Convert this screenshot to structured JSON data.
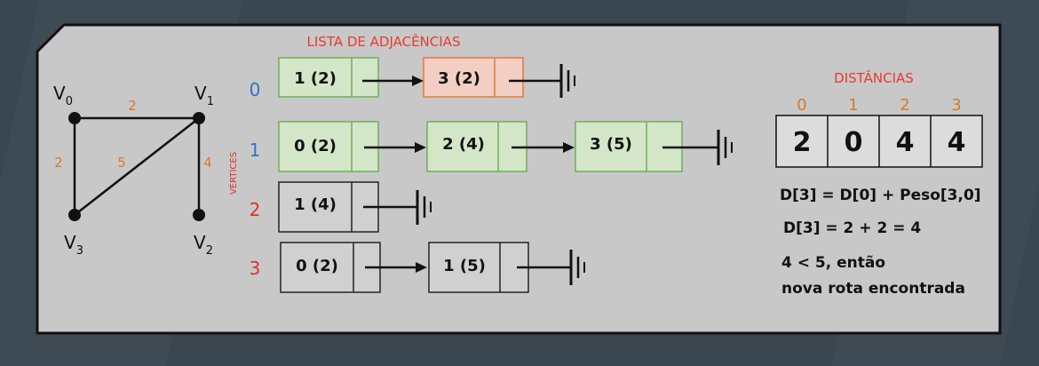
{
  "title": "LISTA DE ADJACÊNCIAS",
  "vertices_axis_label": "VÉRTICES",
  "graph": {
    "vertices": [
      {
        "id": "V0",
        "base": "V",
        "sub": "0"
      },
      {
        "id": "V1",
        "base": "V",
        "sub": "1"
      },
      {
        "id": "V2",
        "base": "V",
        "sub": "2"
      },
      {
        "id": "V3",
        "base": "V",
        "sub": "3"
      }
    ],
    "edges": [
      {
        "from": "V0",
        "to": "V1",
        "weight": "2"
      },
      {
        "from": "V0",
        "to": "V3",
        "weight": "2"
      },
      {
        "from": "V3",
        "to": "V1",
        "weight": "5"
      },
      {
        "from": "V1",
        "to": "V2",
        "weight": "4"
      }
    ]
  },
  "adjacency": [
    {
      "index": "0",
      "index_color": "#3a6fc4",
      "nodes": [
        {
          "label": "1 (2)",
          "style": "green"
        },
        {
          "label": "3 (2)",
          "style": "orange"
        }
      ]
    },
    {
      "index": "1",
      "index_color": "#3a6fc4",
      "nodes": [
        {
          "label": "0 (2)",
          "style": "green"
        },
        {
          "label": "2 (4)",
          "style": "green"
        },
        {
          "label": "3 (5)",
          "style": "green"
        }
      ]
    },
    {
      "index": "2",
      "index_color": "#e0302a",
      "nodes": [
        {
          "label": "1 (4)",
          "style": "plain"
        }
      ]
    },
    {
      "index": "3",
      "index_color": "#e0302a",
      "nodes": [
        {
          "label": "0 (2)",
          "style": "plain"
        },
        {
          "label": "1 (5)",
          "style": "plain"
        }
      ]
    }
  ],
  "distances": {
    "title": "DISTÂNCIAS",
    "indices": [
      "0",
      "1",
      "2",
      "3"
    ],
    "values": [
      "2",
      "0",
      "4",
      "4"
    ]
  },
  "formulas": [
    "D[3] = D[0] + Peso[3,0]",
    "D[3] = 2 + 2 = 4",
    "4 < 5, então",
    "nova rota encontrada"
  ],
  "colors": {
    "title_red": "#e83b2e",
    "weight_orange": "#d9792a",
    "index_orange": "#d9792a",
    "panel": "#c8c8c8",
    "green_fill": "#d4e6c8",
    "green_border": "#6fae5a",
    "orange_fill": "#f2cfc2",
    "orange_border": "#e07a3c"
  }
}
